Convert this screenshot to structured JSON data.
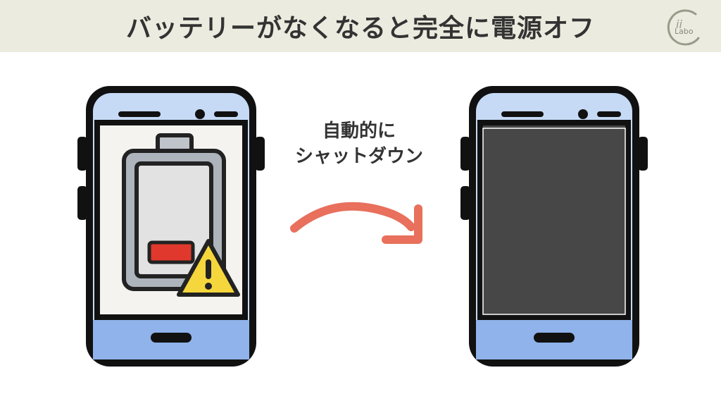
{
  "header": {
    "title": "バッテリーがなくなると完全に電源オフ",
    "logo_text": "Labo"
  },
  "caption": {
    "line1": "自動的に",
    "line2": "シャットダウン"
  },
  "colors": {
    "header_bg": "#ecebdf",
    "phone_outline": "#111111",
    "phone_top": "#c6daf5",
    "phone_bottom": "#8fb3ea",
    "battery_red": "#e0382c",
    "warning_yellow": "#f5d63c",
    "off_screen": "#474747",
    "arrow": "#e8705c"
  },
  "icons": [
    "low-battery-icon",
    "warning-icon",
    "curved-arrow-icon"
  ]
}
